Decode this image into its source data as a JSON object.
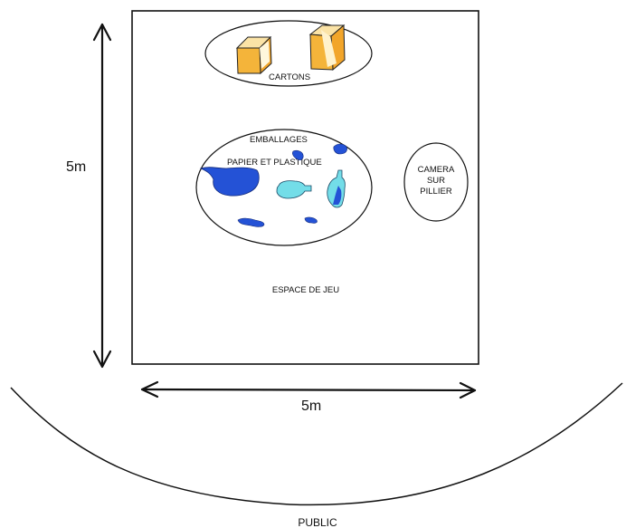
{
  "diagram": {
    "labels": {
      "cartons": "CARTONS",
      "emballages": "EMBALLAGES",
      "papier_plastique": "PAPIER ET PLASTIQUE",
      "camera_line1": "CAMERA",
      "camera_line2": "SUR",
      "camera_line3": "PILLIER",
      "espace": "ESPACE DE JEU",
      "dim_vertical": "5m",
      "dim_horizontal": "5m",
      "public": "PUBLIC"
    },
    "colors": {
      "carton_fill": "#F4B43A",
      "carton_light": "#FBE3A6",
      "plastic_dark": "#2452D6",
      "plastic_light": "#73DDE8",
      "stroke": "#111111"
    }
  }
}
